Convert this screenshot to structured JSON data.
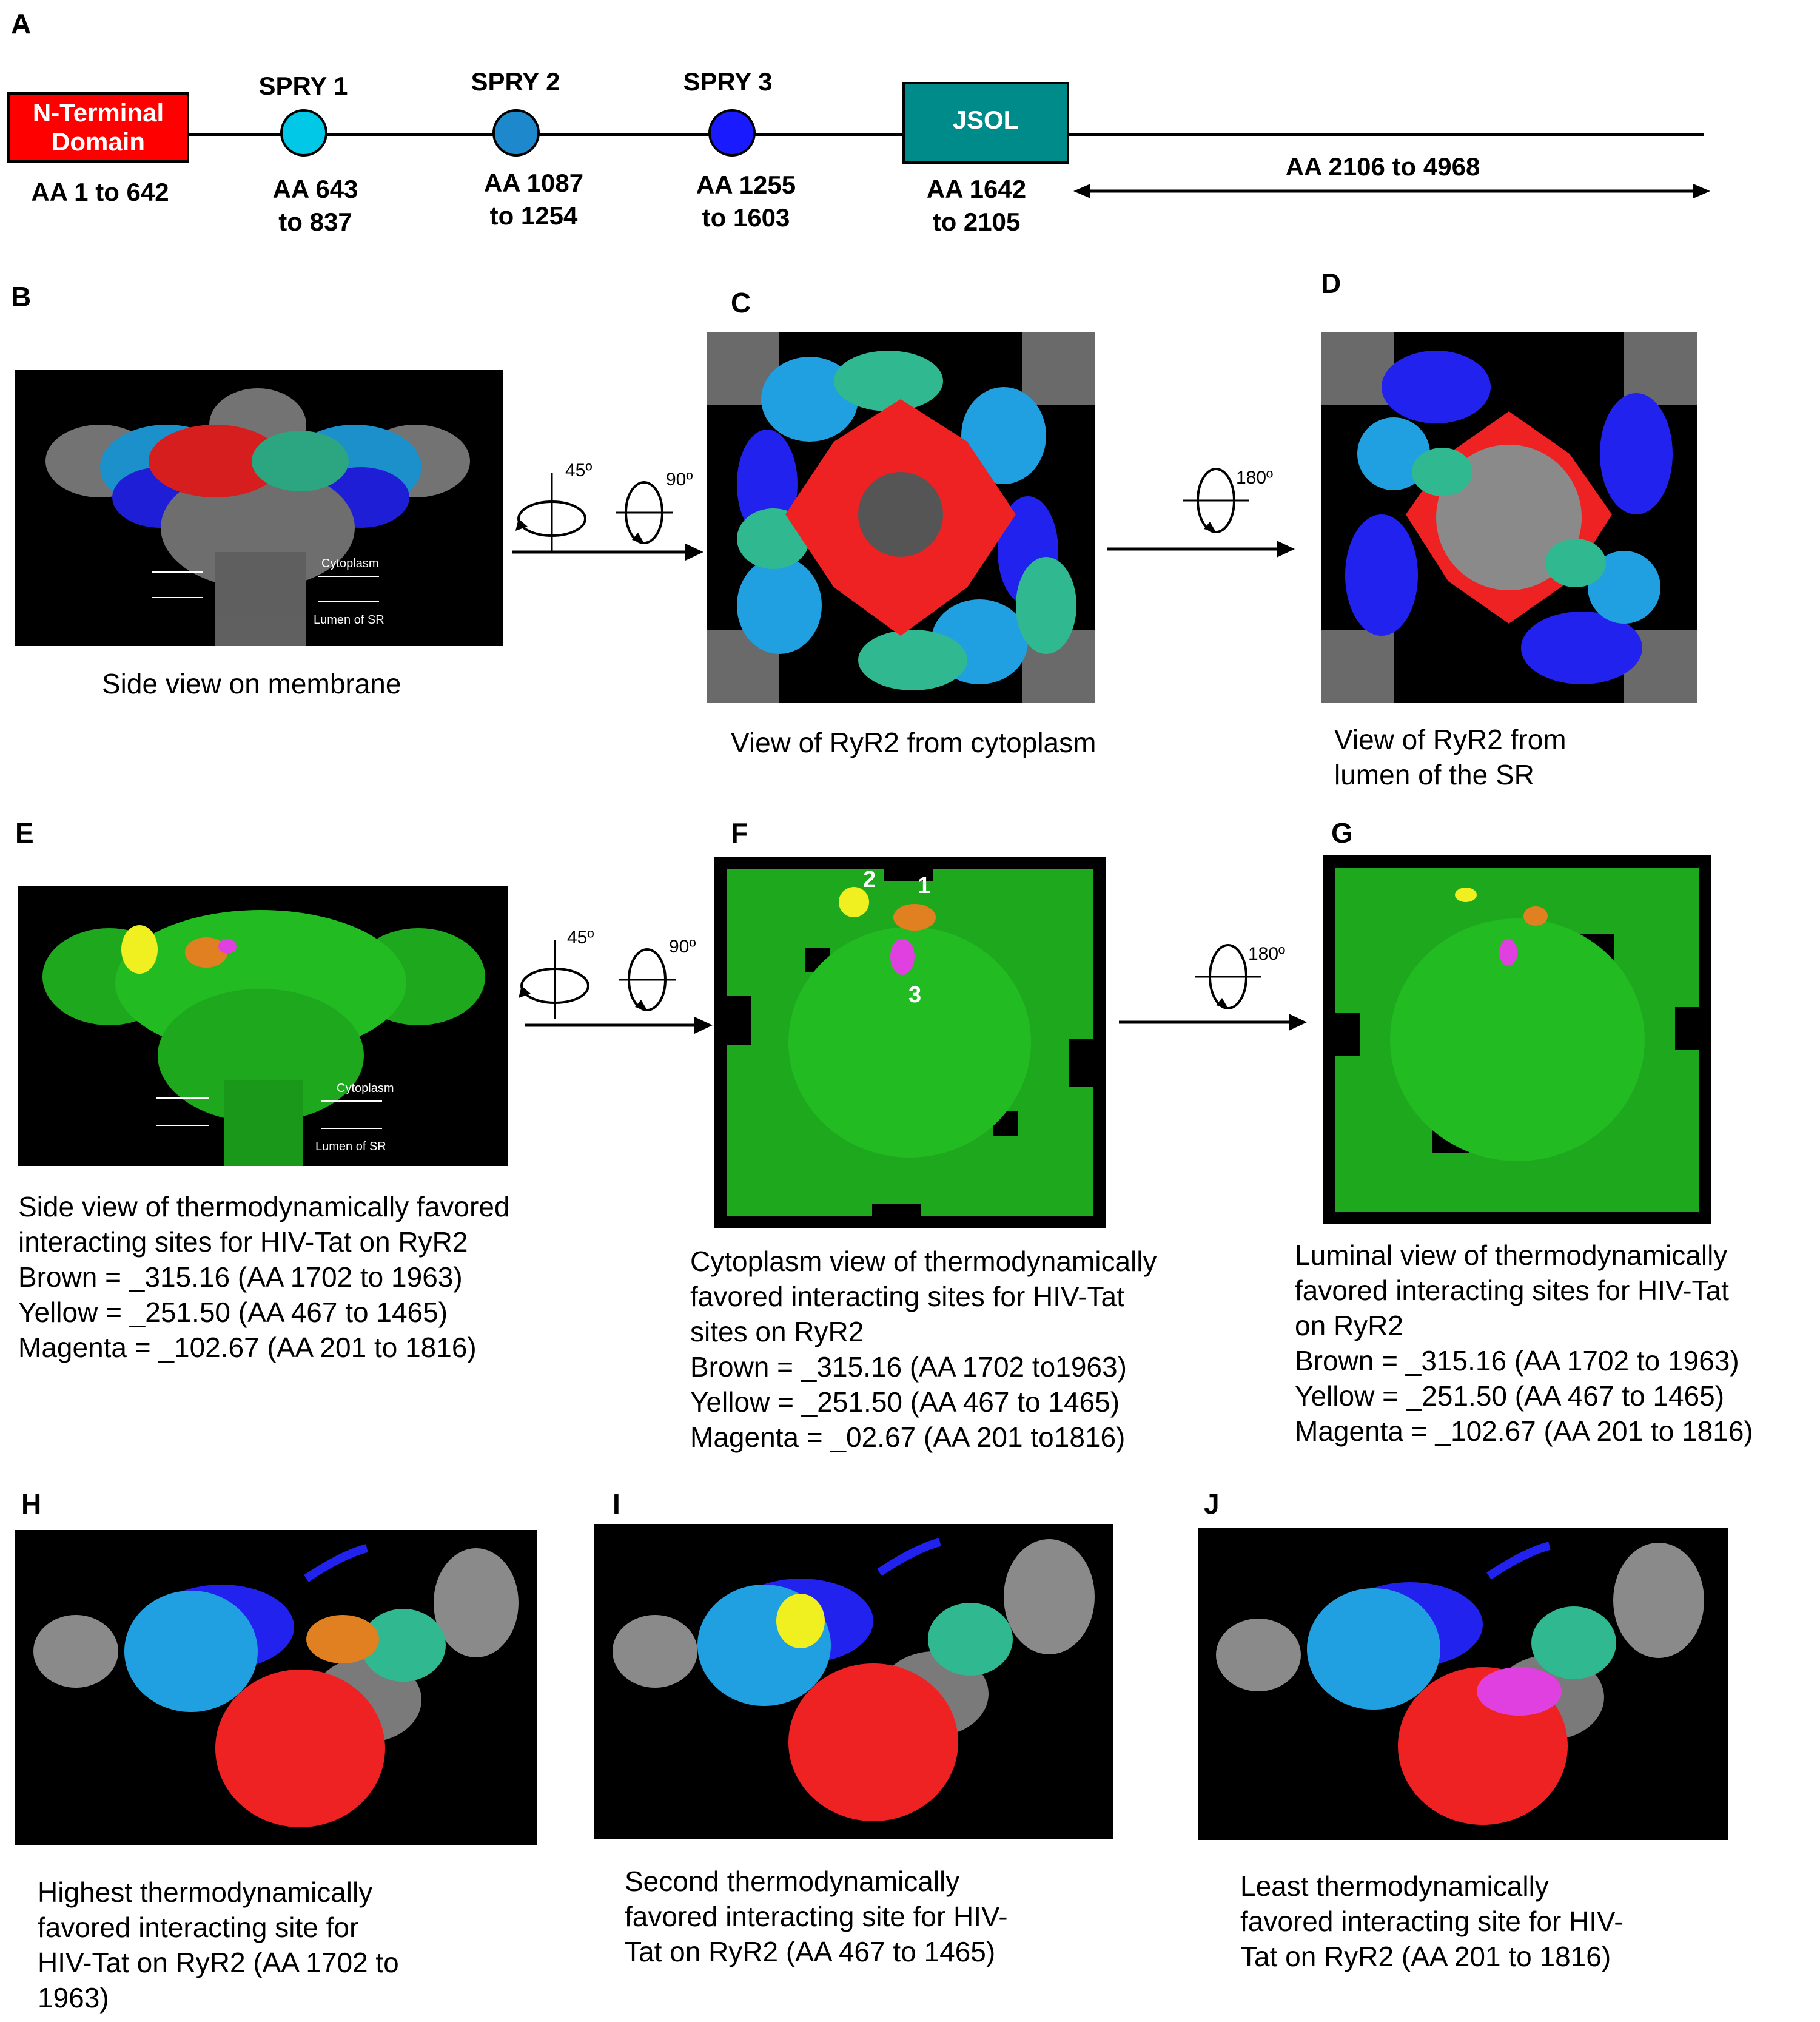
{
  "panelA": {
    "letter": "A",
    "ntd": {
      "label1": "N-Terminal",
      "label2": "Domain",
      "range": "AA 1 to 642",
      "color": "#ff0000"
    },
    "spry1": {
      "label": "SPRY 1",
      "range1": "AA 643",
      "range2": "to 837",
      "color": "#00c8e6"
    },
    "spry2": {
      "label": "SPRY 2",
      "range1": "AA 1087",
      "range2": "to 1254",
      "color": "#1e88cc"
    },
    "spry3": {
      "label": "SPRY 3",
      "range1": "AA 1255",
      "range2": "to 1603",
      "color": "#1a1aff"
    },
    "jsol": {
      "label": "JSOL",
      "range1": "AA 1642",
      "range2": "to 2105",
      "color": "#008b8b"
    },
    "tail": {
      "range": "AA 2106 to 4968"
    }
  },
  "panelB": {
    "letter": "B",
    "caption": "Side view on membrane",
    "cytoplasm": "Cytoplasm",
    "lumen": "Lumen of SR"
  },
  "panelC": {
    "letter": "C",
    "caption": "View of RyR2 from cytoplasm"
  },
  "panelD": {
    "letter": "D",
    "caption1": "View of RyR2 from",
    "caption2": "lumen of the SR"
  },
  "rot1": {
    "a": "45º",
    "b": "90º"
  },
  "rot2": {
    "a": "180º"
  },
  "panelE": {
    "letter": "E",
    "cytoplasm": "Cytoplasm",
    "lumen": "Lumen of SR",
    "lines": [
      "Side view of thermodynamically favored",
      "interacting sites for HIV-Tat on RyR2",
      "Brown = _315.16  (AA 1702 to 1963)",
      "Yellow =  _251.50 (AA 467 to 1465)",
      "Magenta = _102.67 (AA 201 to 1816)"
    ]
  },
  "panelF": {
    "letter": "F",
    "site1": "1",
    "site2": "2",
    "site3": "3",
    "lines": [
      "Cytoplasm  view of thermodynamically",
      "favored interacting sites  for HIV-Tat",
      "sites on RyR2",
      "Brown = _315.16  (AA 1702 to1963)",
      "Yellow =  _251.50 (AA 467 to 1465)",
      "Magenta = _02.67 (AA 201 to1816)"
    ]
  },
  "panelG": {
    "letter": "G",
    "lines": [
      "Luminal view of thermodynamically",
      "favored interacting sites  for HIV-Tat",
      "on RyR2",
      "Brown = _315.16  (AA 1702 to 1963)",
      "Yellow =  _251.50 (AA 467 to 1465)",
      "Magenta = _102.67 (AA 201 to 1816)"
    ]
  },
  "rot3": {
    "a": "45º",
    "b": "90º"
  },
  "rot4": {
    "a": "180º"
  },
  "panelH": {
    "letter": "H",
    "lines": [
      "Highest thermodynamically",
      "favored  interacting site for",
      "HIV-Tat on RyR2 (AA 1702 to",
      "1963)"
    ]
  },
  "panelI": {
    "letter": "I",
    "lines": [
      "Second thermodynamically",
      "favored interacting site for HIV-",
      "Tat on RyR2 (AA 467 to 1465)"
    ]
  },
  "panelJ": {
    "letter": "J",
    "lines": [
      "Least thermodynamically",
      "favored interacting site for HIV-",
      "Tat on RyR2 (AA 201 to 1816)"
    ]
  },
  "colors": {
    "red": "#ee2222",
    "green": "#22bb22",
    "grey": "#9a9a9a",
    "brown": "#e08020",
    "yellow": "#f0f020",
    "magenta": "#e040e0",
    "teal": "#30b890",
    "blue": "#2222ee",
    "lightblue": "#20a0e0"
  }
}
